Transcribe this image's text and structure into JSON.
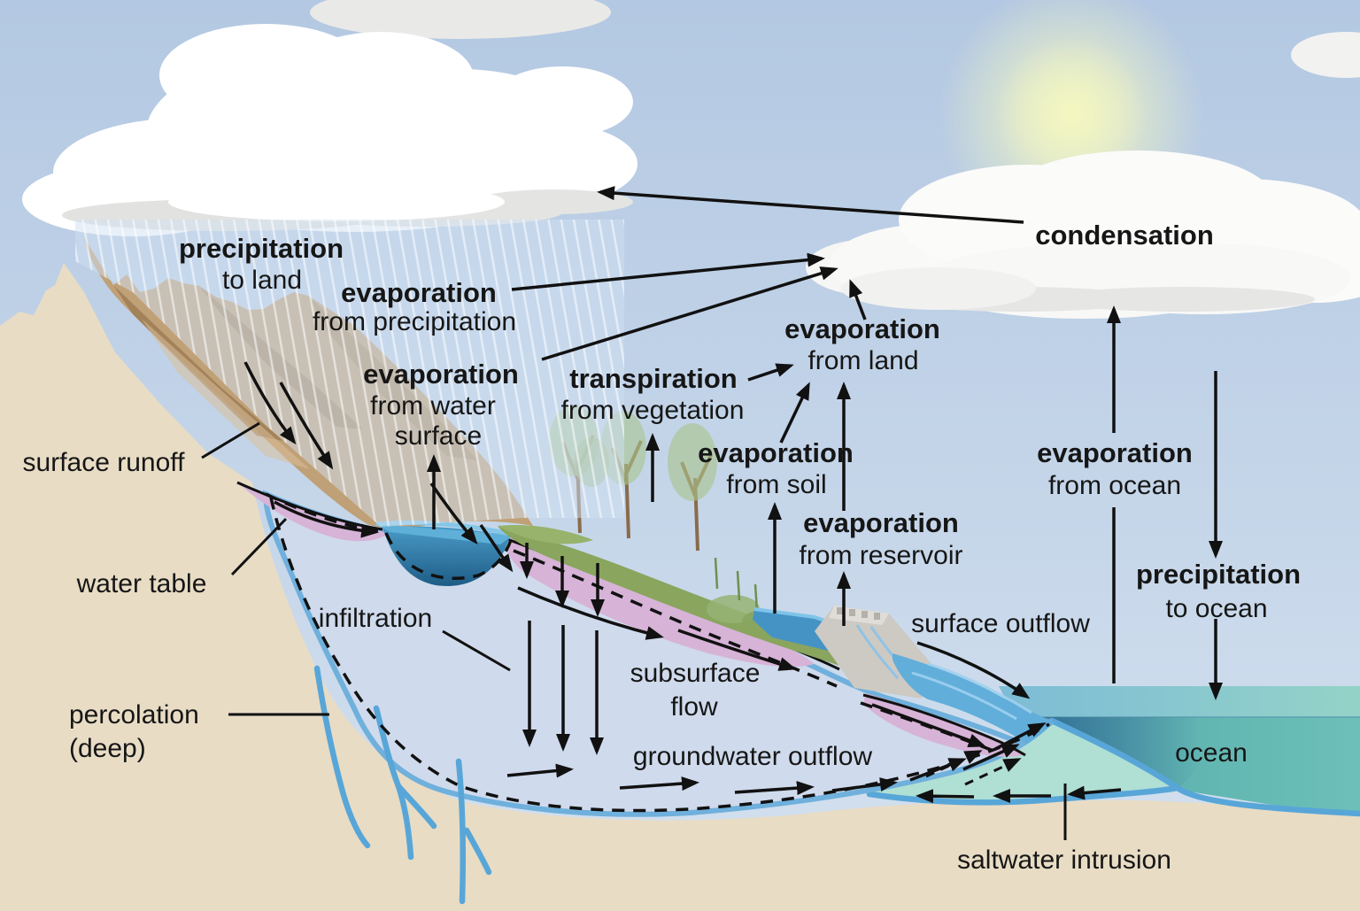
{
  "diagram": {
    "type": "water-cycle",
    "labels": {
      "precipitation_to_land": {
        "line1": "precipitation",
        "line2": "to land"
      },
      "evaporation_from_precipitation": {
        "line1": "evaporation",
        "line2": "from precipitation"
      },
      "evaporation_from_water_surface": {
        "line1": "evaporation",
        "line2": "from water",
        "line3": "surface"
      },
      "transpiration_from_vegetation": {
        "line1": "transpiration",
        "line2": "from vegetation"
      },
      "evaporation_from_land": {
        "line1": "evaporation",
        "line2": "from land"
      },
      "evaporation_from_soil": {
        "line1": "evaporation",
        "line2": "from soil"
      },
      "evaporation_from_reservoir": {
        "line1": "evaporation",
        "line2": "from reservoir"
      },
      "condensation": {
        "line1": "condensation"
      },
      "evaporation_from_ocean": {
        "line1": "evaporation",
        "line2": "from ocean"
      },
      "precipitation_to_ocean": {
        "line1": "precipitation",
        "line2": "to ocean"
      },
      "surface_outflow": {
        "line1": "surface outflow"
      },
      "surface_runoff": {
        "line1": "surface runoff"
      },
      "water_table": {
        "line1": "water table"
      },
      "infiltration": {
        "line1": "infiltration"
      },
      "percolation_deep": {
        "line1": "percolation",
        "line2": "(deep)"
      },
      "subsurface_flow": {
        "line1": "subsurface",
        "line2": "flow"
      },
      "groundwater_outflow": {
        "line1": "groundwater outflow"
      },
      "ocean": {
        "line1": "ocean"
      },
      "saltwater_intrusion": {
        "line1": "saltwater intrusion"
      }
    },
    "colors": {
      "sky_top": "#b4c9e3",
      "sky_bottom": "#d2e0ee",
      "ground_tan": "#e8dcc5",
      "mountain_brown": "#c0a076",
      "mountain_shadow": "#9a7850",
      "groundwater_blue": "#cfdaec",
      "groundwater_rim": "#6fb0dc",
      "aquifer_purple": "#d6b3d7",
      "vegetation_green": "#8aa55e",
      "lake_blue": "#3c88ba",
      "ocean_teal": "#62bab4",
      "ocean_deep": "#2e6a90",
      "saltwater_mint": "#b0dfd3",
      "dam_gray": "#cdc9c3",
      "river_blue": "#64aedd",
      "sun_glow": "#f2f5c4",
      "cloud_white": "#ffffff",
      "arrow_black": "#111111"
    }
  }
}
